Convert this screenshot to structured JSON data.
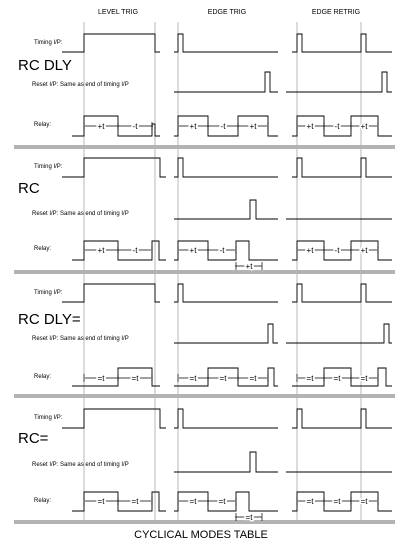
{
  "columns": [
    "LEVEL TRIG",
    "EDGE TRIG",
    "EDGE RETRIG"
  ],
  "row_labels": {
    "timing": "Timing I/P:",
    "reset": "Reset I/P: Same as end of timing I/P",
    "relay": "Relay:"
  },
  "modes": [
    {
      "name": "RC DLY",
      "relay_labels": {
        "level": [
          "+t",
          "-t"
        ],
        "edge": [
          "+t",
          "-t",
          "+t"
        ],
        "retrig": [
          "+t",
          "-t",
          "+t"
        ]
      }
    },
    {
      "name": "RC",
      "relay_labels": {
        "level": [
          "+t",
          "-t"
        ],
        "edge": [
          "+t",
          "-t",
          "+t"
        ],
        "retrig": [
          "+t",
          "-t",
          "+t"
        ]
      }
    },
    {
      "name": "RC DLY=",
      "relay_labels": {
        "level": [
          "=t",
          "=t"
        ],
        "edge": [
          "=t",
          "=t",
          "=t"
        ],
        "retrig": [
          "=t",
          "=t",
          "=t"
        ]
      }
    },
    {
      "name": "RC=",
      "relay_labels": {
        "level": [
          "=t",
          "=t"
        ],
        "edge": [
          "=t",
          "=t",
          "=t"
        ],
        "retrig": [
          "=t",
          "=t",
          "=t"
        ]
      }
    }
  ],
  "caption": "CYCLICAL MODES TABLE"
}
